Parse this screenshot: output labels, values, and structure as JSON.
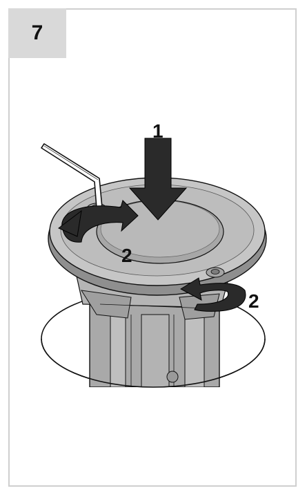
{
  "step": {
    "number": "7"
  },
  "labels": {
    "press": "1",
    "rotate_left": "2",
    "rotate_right": "2"
  },
  "colors": {
    "frame": "#cfcfcf",
    "step_box": "#d9d9d9",
    "metal_light": "#c9c9c9",
    "metal_mid": "#a8a8a8",
    "metal_dark": "#8c8c8c",
    "ink": "#111111"
  },
  "icons": {
    "tool": "hex-key-icon",
    "press_arrow": "arrow-down-icon",
    "rotate_arrow": "rotate-arrow-icon"
  }
}
